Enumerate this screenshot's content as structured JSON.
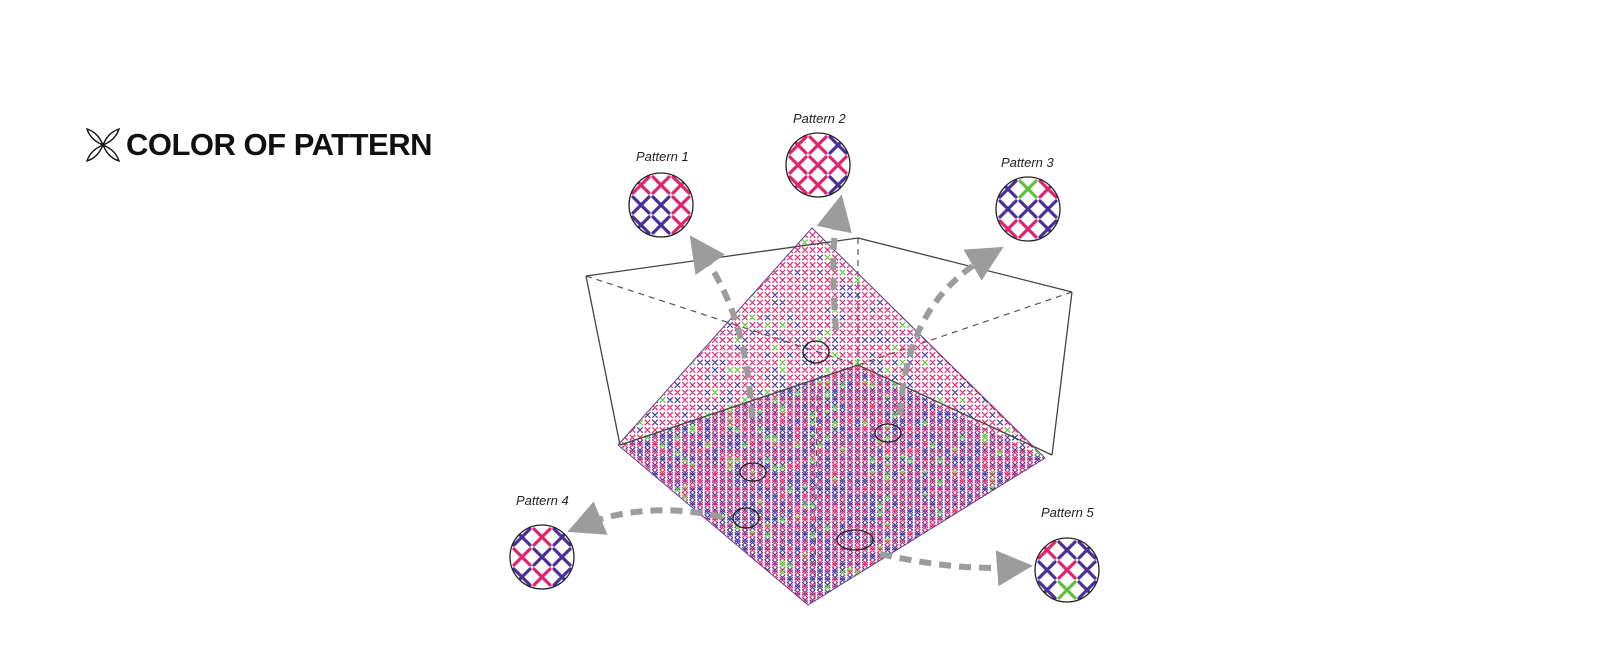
{
  "header": {
    "title": "COLOR OF PATTERN",
    "icon": "cross-stitch-x-icon"
  },
  "colors": {
    "pink": "#e0236e",
    "purple": "#4a2f9a",
    "green": "#5fc23a",
    "arrow": "#9c9c9c",
    "box": "#444444"
  },
  "patterns": [
    {
      "label": "Pattern 1",
      "cells": [
        "pink",
        "pink",
        "pink",
        "purple",
        "purple",
        "pink",
        "purple",
        "purple",
        "pink"
      ]
    },
    {
      "label": "Pattern 2",
      "cells": [
        "pink",
        "pink",
        "purple",
        "pink",
        "pink",
        "pink",
        "pink",
        "pink",
        "purple"
      ]
    },
    {
      "label": "Pattern 3",
      "cells": [
        "purple",
        "green",
        "pink",
        "purple",
        "purple",
        "purple",
        "pink",
        "pink",
        "purple"
      ]
    },
    {
      "label": "Pattern 4",
      "cells": [
        "purple",
        "pink",
        "purple",
        "pink",
        "purple",
        "purple",
        "purple",
        "pink",
        "purple"
      ]
    },
    {
      "label": "Pattern 5",
      "cells": [
        "pink",
        "purple",
        "purple",
        "purple",
        "pink",
        "purple",
        "purple",
        "green",
        "purple"
      ]
    }
  ]
}
